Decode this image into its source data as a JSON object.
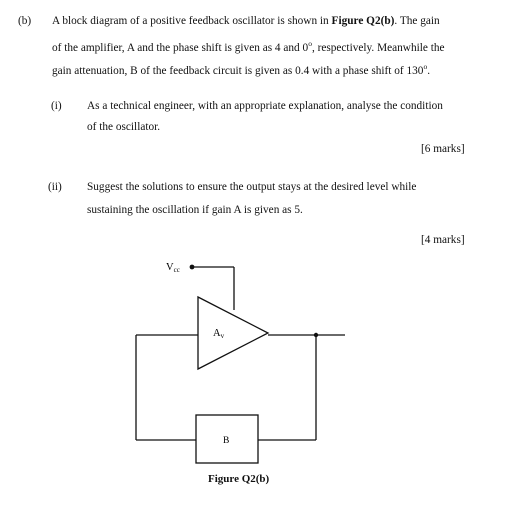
{
  "question": {
    "label": "(b)",
    "line1_pre": "A block diagram of a positive feedback oscillator is shown in ",
    "line1_fig": "Figure Q2(b)",
    "line1_post": ". The gain",
    "line2_pre": "of the amplifier, A and the phase shift is given as 4 and 0",
    "line2_sup": "o",
    "line2_post": ", respectively. Meanwhile the",
    "line3_pre": "gain attenuation, B of the feedback circuit is given as 0.4 with a phase shift of 130",
    "line3_sup": "o",
    "line3_post": "."
  },
  "parts": [
    {
      "label": "(i)",
      "line1": "As a technical engineer, with an appropriate explanation, analyse the condition",
      "line2": "of the oscillator.",
      "marks": "[6 marks]"
    },
    {
      "label": "(ii)",
      "line1": "Suggest the solutions to ensure the output stays at the desired level while",
      "line2": "sustaining the oscillation if gain A is given as 5.",
      "marks": "[4 marks]"
    }
  ],
  "figure": {
    "vcc_label": "V",
    "vcc_sub": "cc",
    "amp_label": "A",
    "amp_sub": "v",
    "feedback_label": "B",
    "caption": "Figure Q2(b)"
  }
}
